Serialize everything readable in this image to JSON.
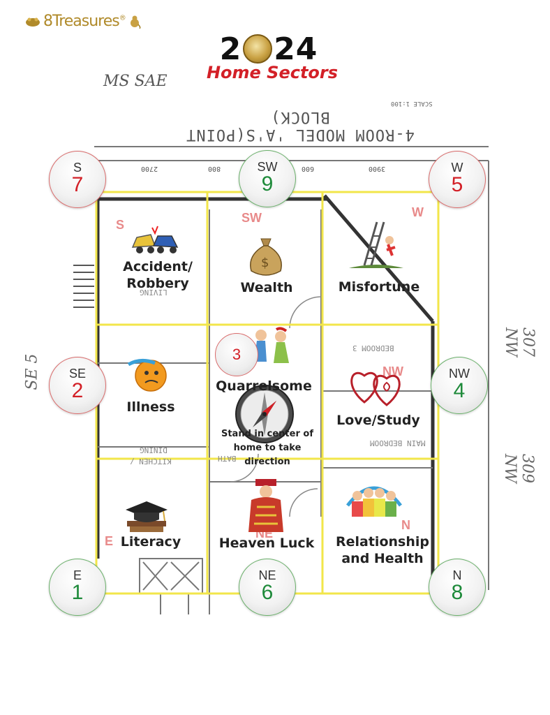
{
  "brand": {
    "logo_text": "8Treasures",
    "logo_mark": "®",
    "logo_icon": "golden-toad-icon"
  },
  "header": {
    "year_left": "2",
    "year_right": "24",
    "year_coin_icon": "coin-icon",
    "subtitle": "Home Sectors"
  },
  "floorplan": {
    "title": "4-ROOM MODEL 'A'S(POINT BLOCK)",
    "scale": "SCALE 1:100",
    "handwritten_left": "MS SAE",
    "handwritten_right": "",
    "dimensions_top": [
      "2700",
      "800",
      "600",
      "3900"
    ],
    "room_labels": [
      "BEDROOM 3",
      "MAIN BEDROOM",
      "DINING",
      "KITCHEN /",
      "BATH",
      "LIVING"
    ],
    "handwritten_side_right_top": "307 NW",
    "handwritten_side_right_bottom": "309 NW",
    "handwritten_side_left": "SE 5"
  },
  "direction_badges": [
    {
      "dir": "S",
      "num": "7",
      "color": "red"
    },
    {
      "dir": "SW",
      "num": "9",
      "color": "green"
    },
    {
      "dir": "W",
      "num": "5",
      "color": "red"
    },
    {
      "dir": "SE",
      "num": "2",
      "color": "red"
    },
    {
      "dir": "NW",
      "num": "4",
      "color": "green"
    },
    {
      "dir": "E",
      "num": "1",
      "color": "green"
    },
    {
      "dir": "NE",
      "num": "6",
      "color": "green"
    },
    {
      "dir": "N",
      "num": "8",
      "color": "green"
    }
  ],
  "center_badge": {
    "num": "3"
  },
  "sectors": [
    {
      "letter": "S",
      "label_line1": "Accident/",
      "label_line2": "Robbery",
      "icon": "car-crash-icon"
    },
    {
      "letter": "SW",
      "label_line1": "Wealth",
      "label_line2": "",
      "icon": "money-bag-icon"
    },
    {
      "letter": "W",
      "label_line1": "Misfortune",
      "label_line2": "",
      "icon": "falling-ladder-icon"
    },
    {
      "letter": "",
      "label_line1": "Illness",
      "label_line2": "",
      "icon": "sick-face-icon"
    },
    {
      "letter": "",
      "label_line1": "Quarrelsome",
      "label_line2": "",
      "icon": "arguing-couple-icon"
    },
    {
      "letter": "NW",
      "label_line1": "Love/Study",
      "label_line2": "",
      "icon": "hearts-icon"
    },
    {
      "letter": "E",
      "label_line1": "Literacy",
      "label_line2": "",
      "icon": "graduation-cap-icon"
    },
    {
      "letter": "NE",
      "label_line1": "Heaven Luck",
      "label_line2": "",
      "icon": "deity-icon"
    },
    {
      "letter": "N",
      "label_line1": "Relationship",
      "label_line2": "and Health",
      "icon": "family-icon"
    }
  ],
  "center_note": {
    "line1": "Stand in center of",
    "line2": "home to take",
    "line3": "direction",
    "icon": "compass-icon"
  },
  "colors": {
    "grid_yellow": "#f2e64a",
    "accent_red": "#d32027",
    "accent_green": "#1e8a3a",
    "brand_gold": "#b08a2a"
  }
}
